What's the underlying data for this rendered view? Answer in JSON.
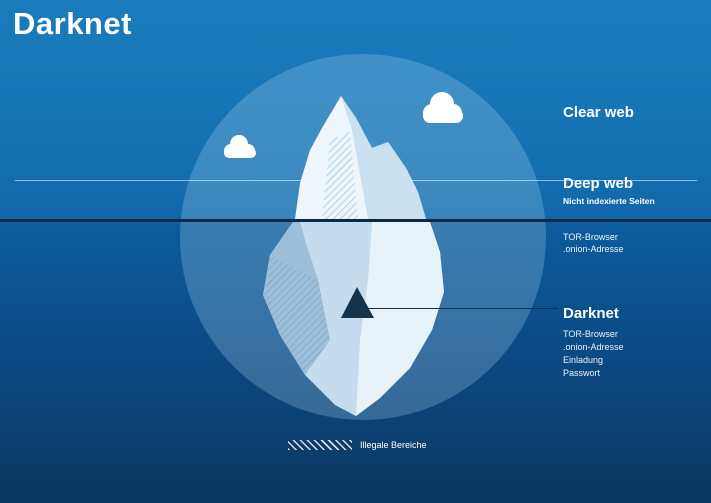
{
  "title": "Darknet",
  "zones": {
    "clear_web": {
      "label": "Clear web"
    },
    "deep_web": {
      "label": "Deep web",
      "subtitle": "Nicht indexierte Seiten",
      "details": [
        "TOR-Browser",
        ".onion-Adresse"
      ]
    },
    "darknet": {
      "label": "Darknet",
      "details": [
        "TOR-Browser",
        ".onion-Adresse",
        "Einladung",
        "Passwort"
      ]
    }
  },
  "legend": {
    "label": "Illegale Bereiche"
  },
  "colors": {
    "background_top": "#1a7cbd",
    "background_bottom": "#093862",
    "waterline": "#0c2a46",
    "circle_overlay": "#aed6f0",
    "iceberg_above_water": "#eef6fb",
    "iceberg_below_water": "#c4dcee",
    "darknet_spot": "#14334d"
  }
}
